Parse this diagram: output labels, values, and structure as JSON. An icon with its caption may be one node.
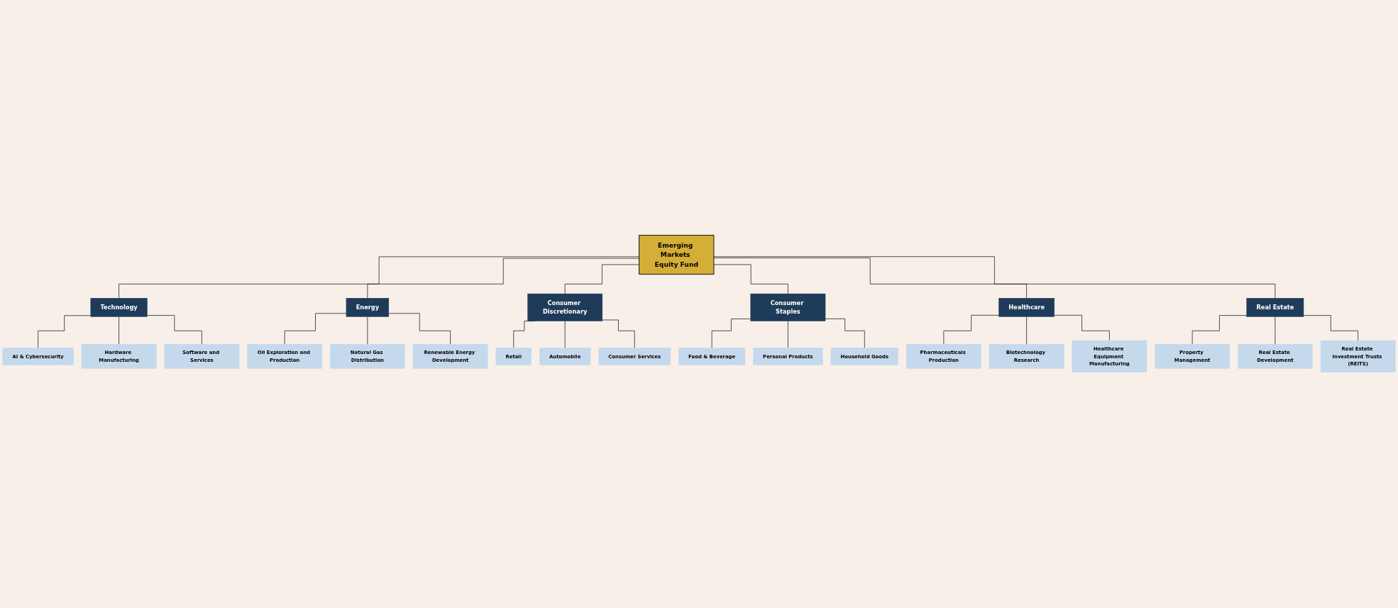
{
  "diagram": {
    "nodes": [
      {
        "text": [
          "Emerging Markets Equity Fund"
        ]
      },
      {
        "text": [
          "Technology"
        ]
      },
      {
        "text": [
          "Energy"
        ]
      },
      {
        "text": [
          "Consumer Discretionary"
        ]
      },
      {
        "text": [
          "Consumer Staples"
        ]
      },
      {
        "text": [
          "Healthcare"
        ]
      },
      {
        "text": [
          "Real Estate"
        ]
      },
      {
        "text": [
          "AI & Cybersecurity"
        ]
      },
      {
        "text": [
          "Hardware Manufacturing"
        ]
      },
      {
        "text": [
          "Software and Services"
        ]
      },
      {
        "text": [
          "Oil Exploration and Production"
        ]
      },
      {
        "text": [
          "Natural Gas Distribution"
        ]
      },
      {
        "text": [
          "Renewable Energy Development"
        ]
      },
      {
        "text": [
          "Retail"
        ]
      },
      {
        "text": [
          "Automobile"
        ]
      },
      {
        "text": [
          "Consumer Services"
        ]
      },
      {
        "text": [
          "Food & Beverage"
        ]
      },
      {
        "text": [
          "Personal Products"
        ]
      },
      {
        "text": [
          "Household Goods"
        ]
      },
      {
        "text": [
          "Pharmaceuticals Production"
        ]
      },
      {
        "text": [
          "Biotechnology Research"
        ]
      },
      {
        "text": [
          "Healthcare Equipment Manufacturing"
        ]
      },
      {
        "text": [
          "Property Management"
        ]
      },
      {
        "text": [
          "Real Estate Development"
        ]
      },
      {
        "text": [
          "Real Estate Investment Trusts (REITS)"
        ]
      }
    ],
    "edges": [
      {
        "from": 0,
        "to": 1,
        "arrow": "none"
      },
      {
        "from": 0,
        "to": 2,
        "arrow": "none"
      },
      {
        "from": 0,
        "to": 3,
        "arrow": "none"
      },
      {
        "from": 0,
        "to": 4,
        "arrow": "none"
      },
      {
        "from": 0,
        "to": 5,
        "arrow": "none"
      },
      {
        "from": 0,
        "to": 6,
        "arrow": "none"
      },
      {
        "from": 1,
        "to": 7,
        "arrow": "none"
      },
      {
        "from": 1,
        "to": 8,
        "arrow": "none"
      },
      {
        "from": 1,
        "to": 9,
        "arrow": "none"
      },
      {
        "from": 2,
        "to": 10,
        "arrow": "none"
      },
      {
        "from": 2,
        "to": 11,
        "arrow": "none"
      },
      {
        "from": 2,
        "to": 12,
        "arrow": "none"
      },
      {
        "from": 3,
        "to": 13,
        "arrow": "none"
      },
      {
        "from": 3,
        "to": 14,
        "arrow": "none"
      },
      {
        "from": 3,
        "to": 15,
        "arrow": "none"
      },
      {
        "from": 4,
        "to": 16,
        "arrow": "none"
      },
      {
        "from": 4,
        "to": 17,
        "arrow": "none"
      },
      {
        "from": 4,
        "to": 18,
        "arrow": "none"
      },
      {
        "from": 5,
        "to": 19,
        "arrow": "none"
      },
      {
        "from": 5,
        "to": 20,
        "arrow": "none"
      },
      {
        "from": 5,
        "to": 21,
        "arrow": "none"
      },
      {
        "from": 6,
        "to": 22,
        "arrow": "none"
      },
      {
        "from": 6,
        "to": 23,
        "arrow": "none"
      },
      {
        "from": 6,
        "to": 24,
        "arrow": "none"
      }
    ]
  }
}
